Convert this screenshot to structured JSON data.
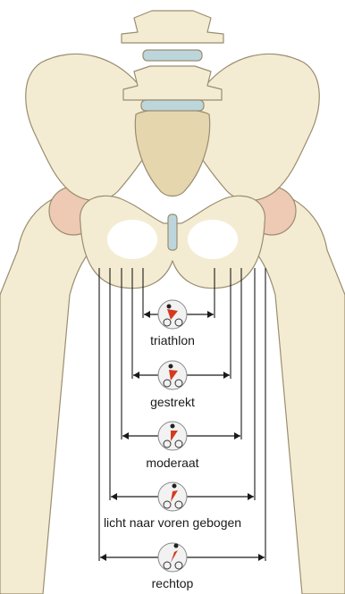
{
  "diagram": {
    "colors": {
      "bone": "#f4ecd2",
      "bone_shade": "#e6d6ad",
      "bone_outline": "#9a8d70",
      "disc": "#bcd6dc",
      "cartilage": "#eec9b3",
      "line": "#1a1a1a",
      "rider": "#d43a1e",
      "icon_bg": "#f2f2f2"
    },
    "positions": [
      {
        "label": "triathlon",
        "icon": "cyclist-triathlon-icon"
      },
      {
        "label": "gestrekt",
        "icon": "cyclist-stretched-icon"
      },
      {
        "label": "moderaat",
        "icon": "cyclist-moderate-icon"
      },
      {
        "label": "licht naar voren gebogen",
        "icon": "cyclist-slightly-bent-icon"
      },
      {
        "label": "rechtop",
        "icon": "cyclist-upright-icon"
      }
    ]
  }
}
